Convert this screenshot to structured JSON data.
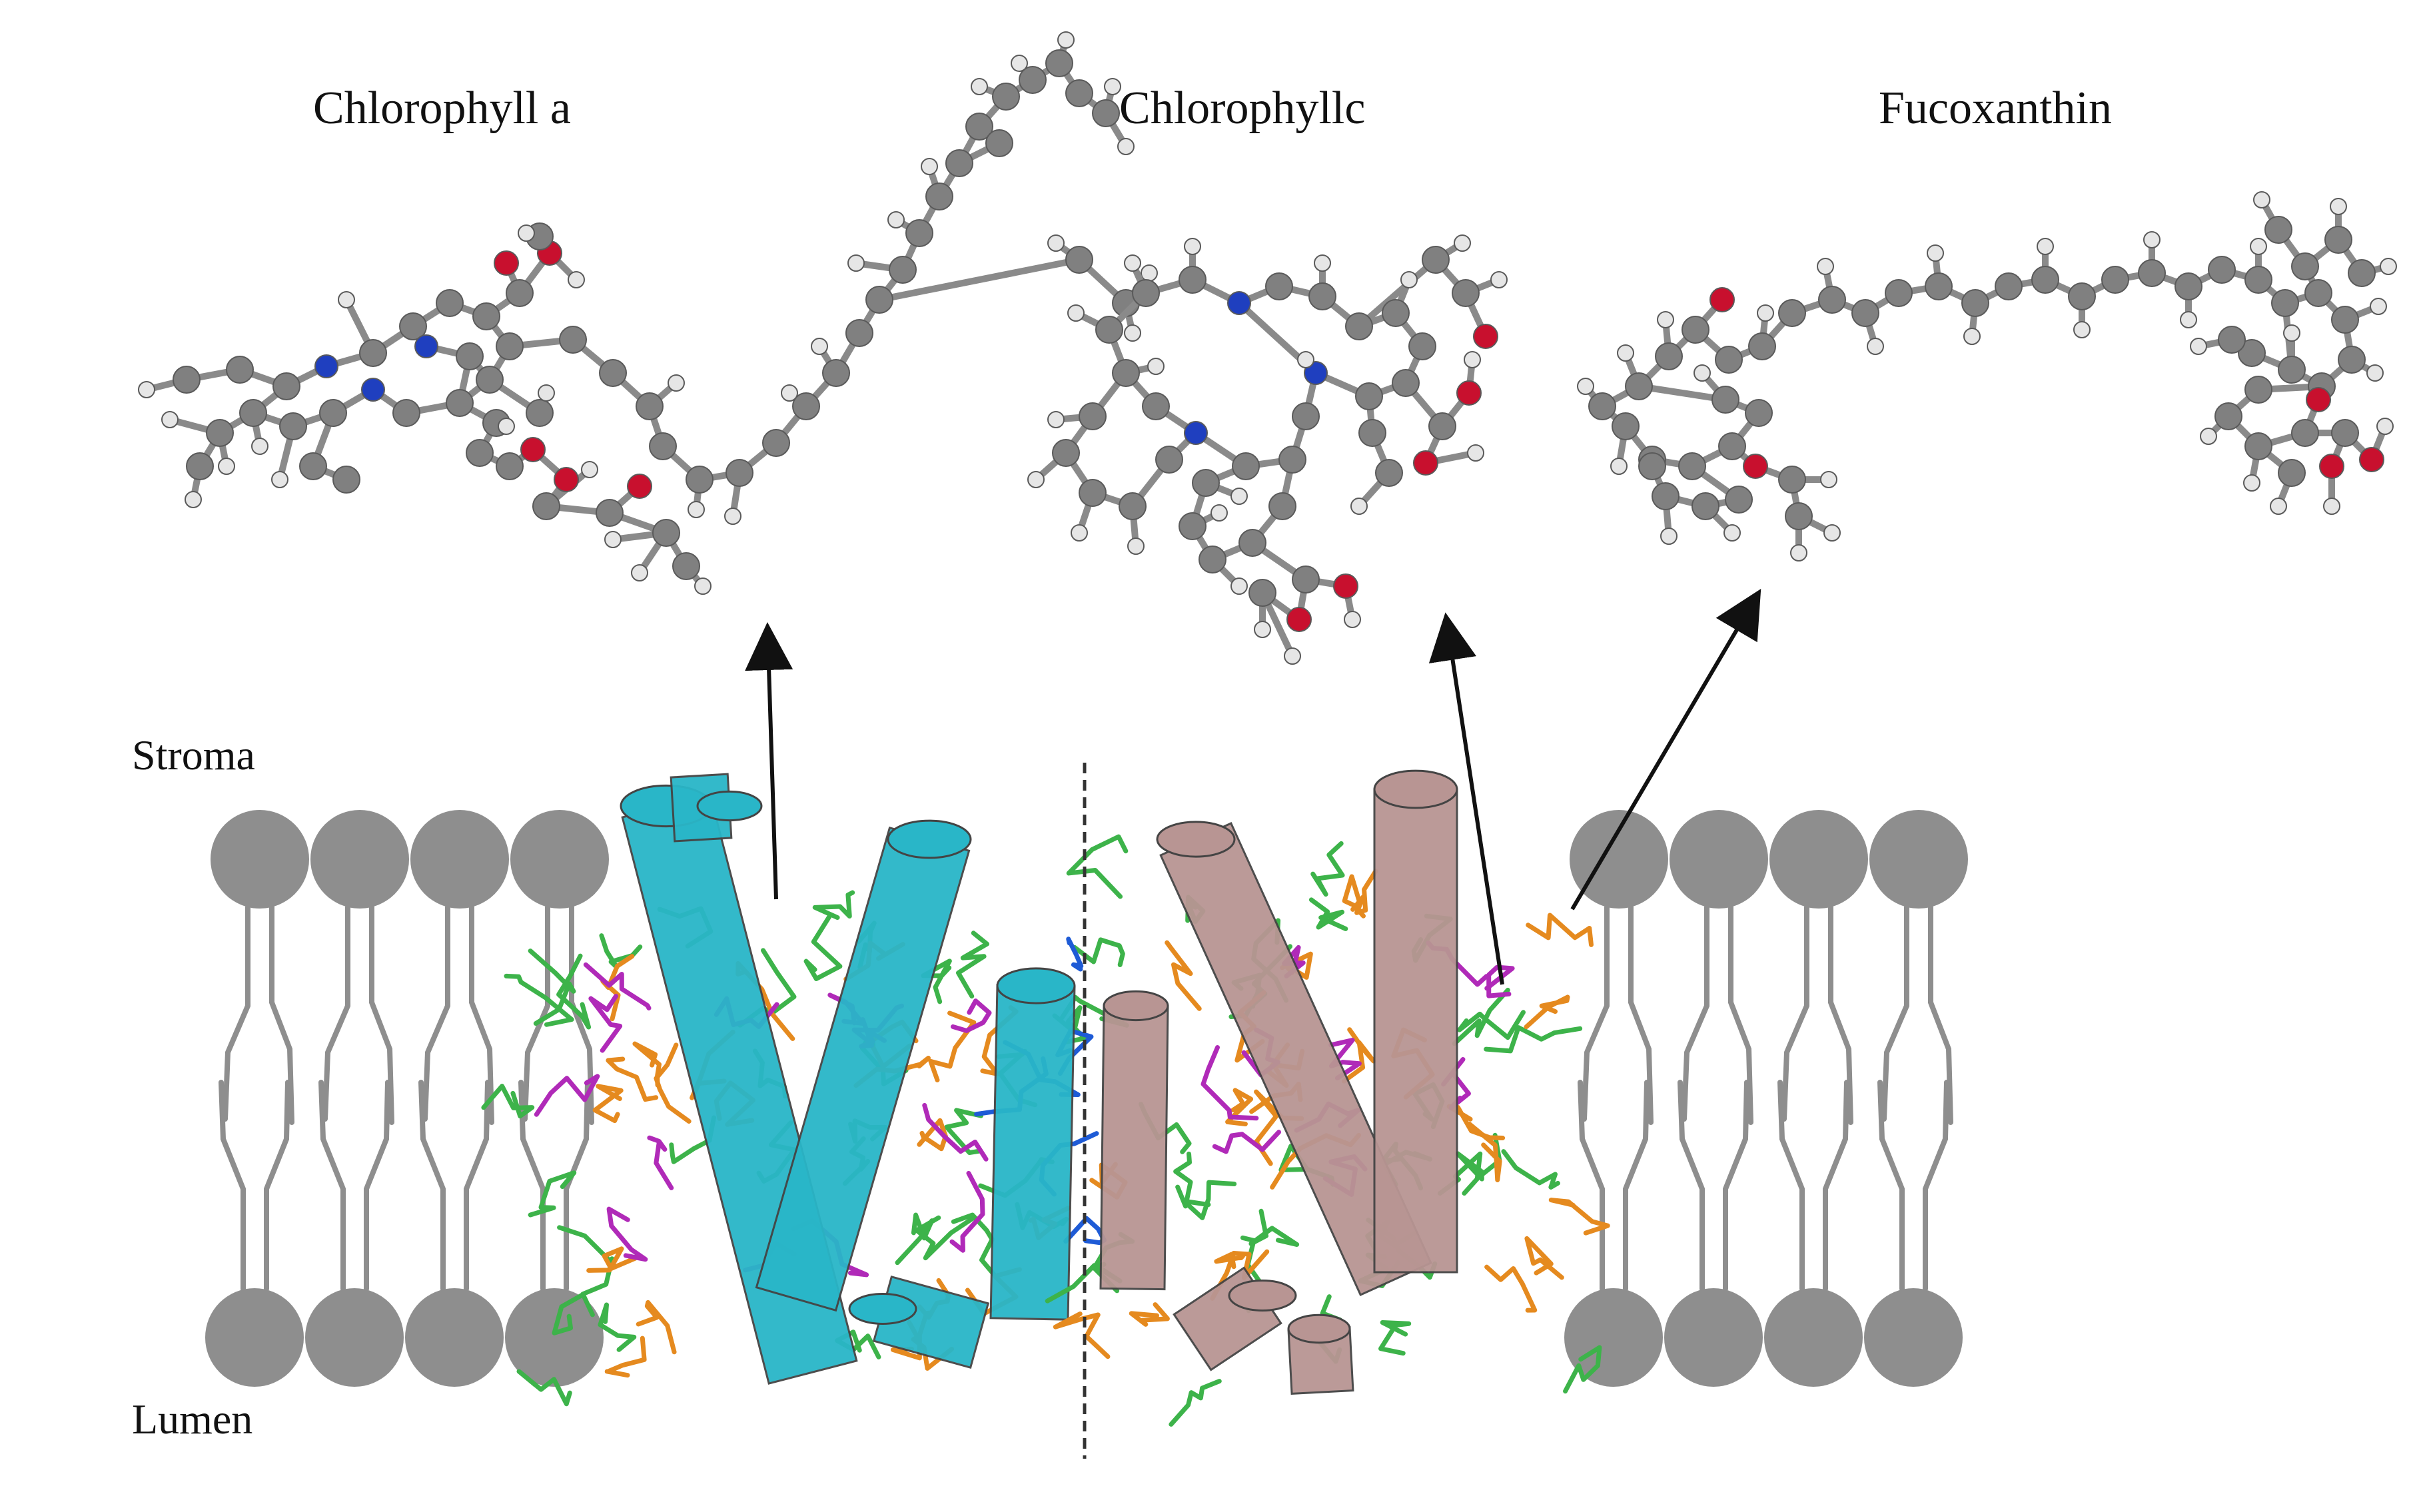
{
  "labels": {
    "chlorophyll_a": "Chlorophyll a",
    "chlorophyll_c": "Chlorophyllc",
    "fucoxanthin": "Fucoxanthin",
    "stroma": "Stroma",
    "lumen": "Lumen"
  },
  "colors": {
    "carbon": "#808080",
    "hydrogen": "#e6e6e6",
    "oxygen": "#c8102e",
    "nitrogen": "#1f3fbf",
    "lipid": "#8e8e8e",
    "helix_left": "#29b6c8",
    "helix_right": "#b89593",
    "pigment_green": "#3db34a",
    "pigment_orange": "#e58a1f",
    "pigment_magenta": "#b02ab8",
    "pigment_blue": "#1e5bd6",
    "arrow": "#111111",
    "divider": "#333333"
  }
}
